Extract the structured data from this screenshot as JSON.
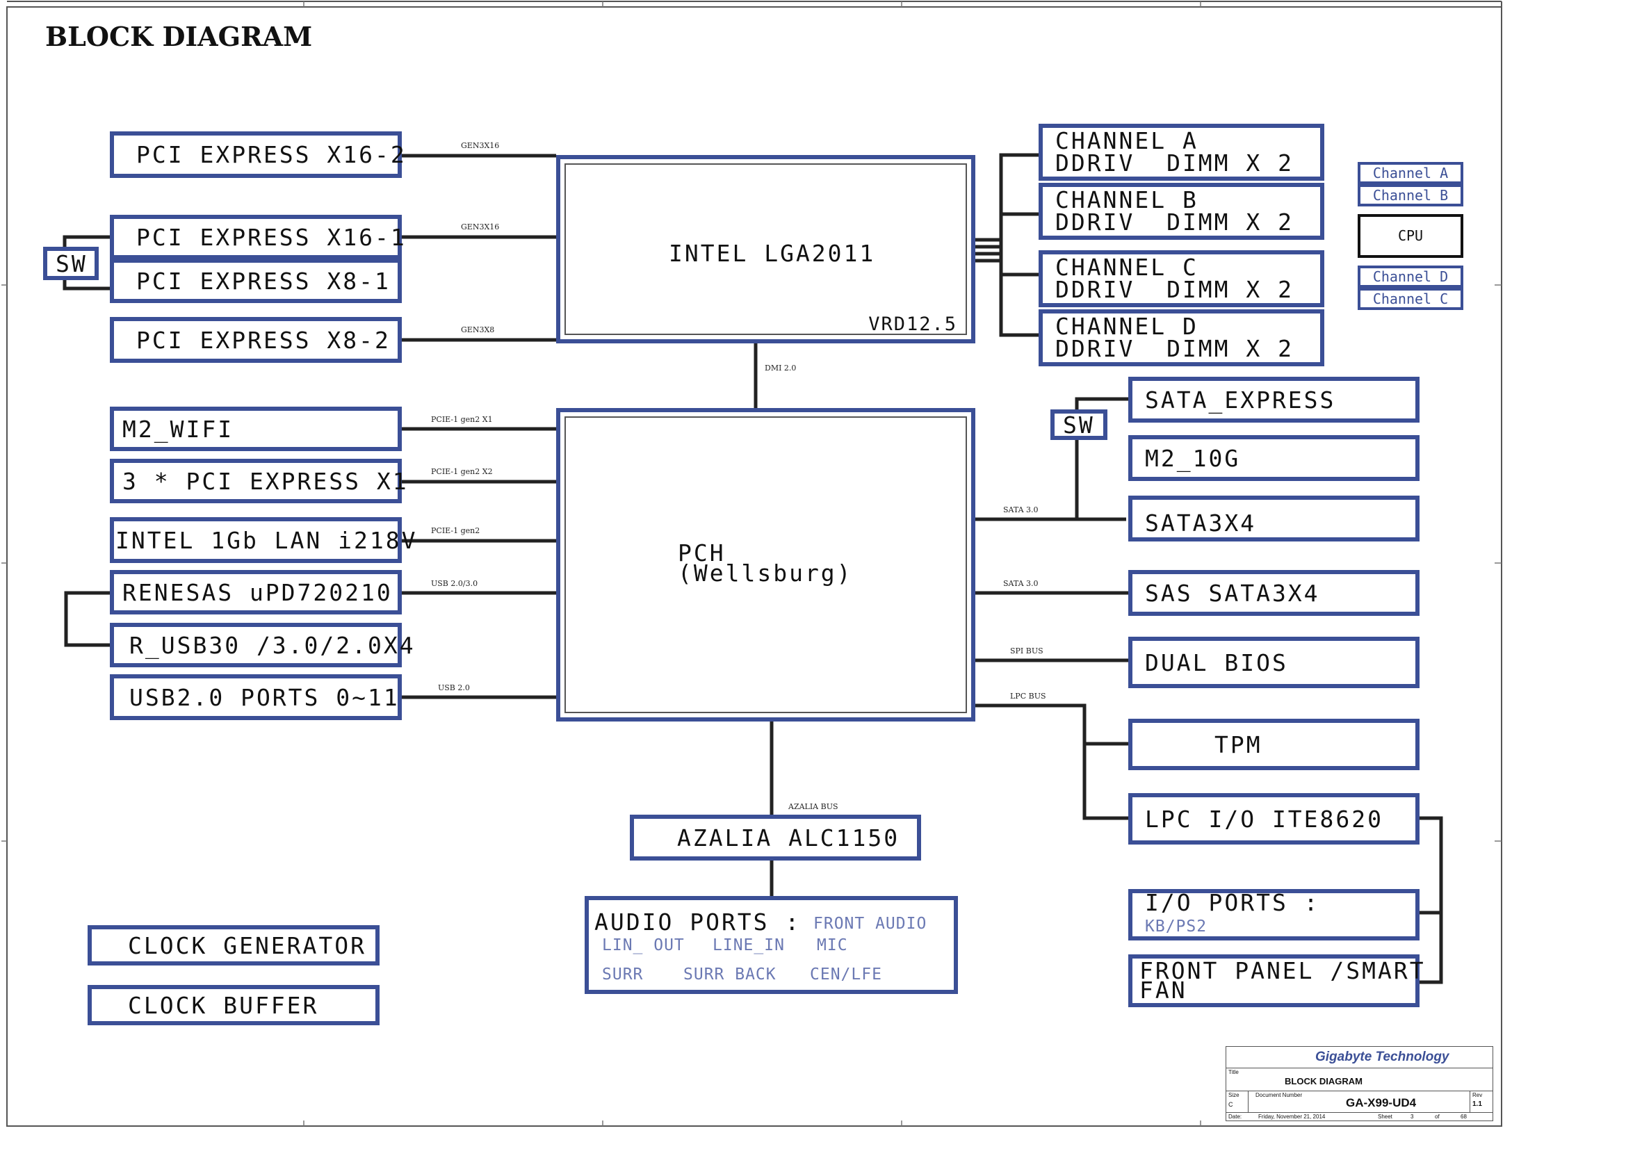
{
  "page": {
    "title": "BLOCK DIAGRAM"
  },
  "cpu": {
    "label": "INTEL LGA2011",
    "vrd": "VRD12.5"
  },
  "pch": {
    "line1": "PCH",
    "line2": "(Wellsburg)"
  },
  "switch_label": "SW",
  "left_boxes": {
    "pcie_x16_2": "PCI EXPRESS X16-2",
    "pcie_x16_1": "PCI EXPRESS X16-1",
    "pcie_x8_1": "PCI EXPRESS X8-1",
    "pcie_x8_2": "PCI EXPRESS X8-2",
    "m2_wifi": "M2_WIFI",
    "pcie_x1": "3 * PCI EXPRESS X1",
    "lan": "INTEL 1Gb LAN i218V",
    "renesas": "RENESAS uPD720210",
    "r_usb30": "R_USB30 /3.0/2.0X4",
    "usb20": "USB2.0 PORTS 0~11",
    "clock_gen": "CLOCK GENERATOR",
    "clock_buf": "CLOCK BUFFER"
  },
  "memory": [
    {
      "line1": "CHANNEL A",
      "line2": "DDRIV  DIMM X 2"
    },
    {
      "line1": "CHANNEL B",
      "line2": "DDRIV  DIMM X 2"
    },
    {
      "line1": "CHANNEL C",
      "line2": "DDRIV  DIMM X 2"
    },
    {
      "line1": "CHANNEL D",
      "line2": "DDRIV  DIMM X 2"
    }
  ],
  "slot_legend": {
    "channel_a": "Channel A",
    "channel_b": "Channel B",
    "cpu": "CPU",
    "channel_d": "Channel D",
    "channel_c": "Channel C"
  },
  "right_boxes": {
    "sata_express": "SATA_EXPRESS",
    "m2_10g": "M2_10G",
    "sata3x4": "SATA3X4",
    "sas_sata": "SAS SATA3X4",
    "dual_bios": "DUAL BIOS",
    "tpm": "TPM",
    "lpc_io": "LPC I/O ITE8620",
    "io_ports": "I/O PORTS :",
    "io_ports_sub": "KB/PS2",
    "front_panel_1": "FRONT PANEL /SMART",
    "front_panel_2": "FAN"
  },
  "audio": {
    "codec": "AZALIA ALC1150",
    "ports_title": "AUDIO PORTS :",
    "front_audio": "FRONT AUDIO",
    "lin_out": "LIN_ OUT",
    "line_in": "LINE_IN",
    "mic": "MIC",
    "surr": "SURR",
    "surr_back": "SURR BACK",
    "cen_lfe": "CEN/LFE"
  },
  "bus_labels": {
    "gen3x16_a": "GEN3X16",
    "gen3x16_b": "GEN3X16",
    "gen3x8": "GEN3X8",
    "dmi": "DMI 2.0",
    "pcie_x1_wifi": "PCIE-1 gen2 X1",
    "pcie_x2": "PCIE-1 gen2 X2",
    "pcie_lan": "PCIE-1 gen2",
    "usb_2_3": "USB 2.0/3.0",
    "usb_2": "USB 2.0",
    "sata_a": "SATA 3.0",
    "sata_b": "SATA 3.0",
    "spi": "SPI BUS",
    "lpc": "LPC BUS",
    "azalia": "AZALIA BUS"
  },
  "title_block": {
    "company": "Gigabyte Technology",
    "title_caption": "Title",
    "title": "BLOCK DIAGRAM",
    "size_caption": "Size",
    "size": "C",
    "docnum_caption": "Document Number",
    "docnum": "GA-X99-UD4",
    "rev_caption": "Rev",
    "rev": "1.1",
    "date_caption": "Date:",
    "date": "Friday, November 21, 2014",
    "sheet_caption": "Sheet",
    "sheet": "3",
    "of_caption": "of",
    "of": "68"
  },
  "colors": {
    "box_border": "#3b4f96",
    "wire": "#222222",
    "muted_text": "#6b79b3"
  }
}
